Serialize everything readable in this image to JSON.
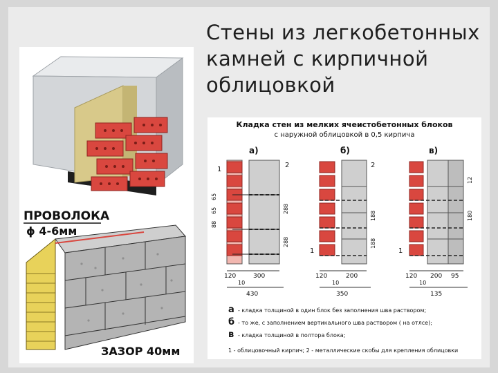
{
  "slide": {
    "title": "Стены из легкобетонных\nкамней с кирпичной\nоблицовкой"
  },
  "wire_drawing": {
    "label_wire": "ПРОВОЛОКА",
    "label_diameter": "ϕ 4-6мм",
    "label_gap": "ЗАЗОР 40мм"
  },
  "scheme": {
    "title_line1": "Кладка стен из мелких ячеистобетонных блоков",
    "title_line2": "с наружной облицовкой в 0,5 кирпича",
    "variant_a": "а)",
    "variant_b": "б)",
    "variant_c": "в)",
    "callout_1": "1",
    "callout_2": "2",
    "dims_a": {
      "brick": "120",
      "block": "300",
      "gap": "10",
      "total": "430"
    },
    "dims_b": {
      "brick": "120",
      "block": "200",
      "gap": "10",
      "total": "350"
    },
    "dims_c": {
      "brick": "120",
      "block": "200",
      "extra": "95",
      "gap": "10",
      "total": "135"
    },
    "row_height_a": "288",
    "row_height_b": "188",
    "row_height_c": "180",
    "small_dims": [
      "88",
      "65",
      "65",
      "12"
    ],
    "legend": [
      {
        "key": "а",
        "text": "- кладка толщиной в один блок без заполнения шва раствором;"
      },
      {
        "key": "б",
        "text": "- то же, с заполнением вертикального шва раствором ( на отлсе);"
      },
      {
        "key": "в",
        "text": "- кладка толщиной в полтора блока;"
      }
    ],
    "footnote": "1 - облицовочный кирпич; 2 - металлические скобы для крепления облицовки"
  },
  "colors": {
    "brick": "#d9473f",
    "brick_dark": "#a8302a",
    "block_grey": "#c9c9c9",
    "insulation": "#d8c98a",
    "concrete": "#d3d6d9"
  }
}
